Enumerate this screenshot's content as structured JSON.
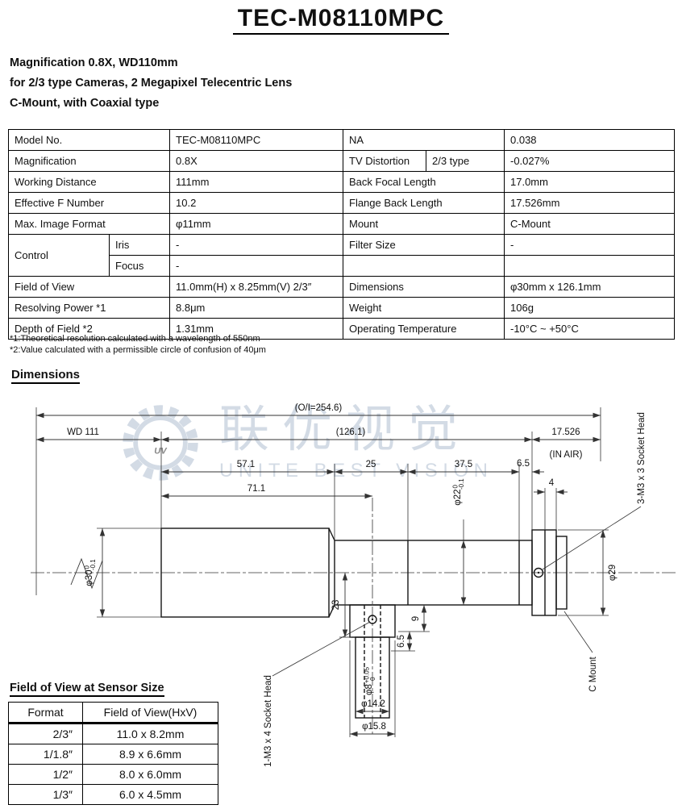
{
  "header": {
    "title": "TEC-M08110MPC",
    "subtitle_lines": [
      "Magnification 0.8X, WD110mm",
      "for 2/3 type Cameras, 2 Megapixel Telecentric Lens",
      "C-Mount, with Coaxial type"
    ]
  },
  "spec_table": {
    "model": {
      "label": "Model No.",
      "value": "TEC-M08110MPC",
      "label2": "NA",
      "value2": "0.038"
    },
    "magnification": {
      "label": "Magnification",
      "value": "0.8X",
      "label2": "TV Distortion",
      "type2": "2/3 type",
      "value2": "-0.027%"
    },
    "working_distance": {
      "label": "Working Distance",
      "value": "111mm",
      "label2": "Back Focal Length",
      "value2": "17.0mm"
    },
    "f_number": {
      "label": "Effective F Number",
      "value": "10.2",
      "label2": "Flange Back Length",
      "value2": "17.526mm"
    },
    "image_format": {
      "label": "Max. Image Format",
      "value": "φ11mm",
      "label2": "Mount",
      "value2": "C-Mount"
    },
    "control": {
      "label": "Control",
      "iris_label": "Iris",
      "iris_value": "-",
      "focus_label": "Focus",
      "focus_value": "-",
      "label2": "Filter Size",
      "value2": "-"
    },
    "field_of_view": {
      "label": "Field of View",
      "value": "11.0mm(H) x 8.25mm(V) 2/3″",
      "label2": "Dimensions",
      "value2": "φ30mm x 126.1mm"
    },
    "resolving_power": {
      "label": "Resolving Power *1",
      "value": "8.8μm",
      "label2": "Weight",
      "value2": "106g"
    },
    "depth_of_field": {
      "label": "Depth of Field *2",
      "value": "1.31mm",
      "label2": "Operating Temperature",
      "value2": "-10°C ~ +50°C"
    }
  },
  "footnotes": [
    "*1:Theoretical resolution calculated with a wavelength of 550nm",
    "*2:Value calculated with a permissible circle of confusion of 40μm"
  ],
  "dimensions": {
    "heading": "Dimensions",
    "overall": "(O/I=254.6)",
    "wd": "WD 111",
    "body_length": "(126.1)",
    "flange_back": "17.526",
    "in_air": "(IN AIR)",
    "front_section": "57.1",
    "mid_section": "25",
    "rear_section": "37.5",
    "rear_gap": "6.5",
    "port_position": "71.1",
    "flange_lip": "4",
    "dia_body": "φ30",
    "dia_body_tol_hi": "0",
    "dia_body_tol_lo": "-0.1",
    "dia_neck": "φ22",
    "dia_neck_tol_hi": "0",
    "dia_neck_tol_lo": "-0.1",
    "dia_flange": "φ29",
    "port_depth": "23",
    "port_offset_a": "9",
    "port_offset_b": "6.5",
    "dia_port_hole": "φ8",
    "dia_port_hole_tol_hi": "+0.05",
    "dia_port_hole_tol_lo": "0",
    "dia_port_mid": "φ14.2",
    "dia_port_outer": "φ15.8",
    "screw_note_flange": "3-M3 x 3 Socket Head",
    "screw_note_port": "1-M3 x 4 Socket Head",
    "cmount_note": "C Mount"
  },
  "watermark": {
    "cn": "联优视觉",
    "en": "UNITE BEST VISION",
    "logo_text": "UV",
    "color": "#a9b9cd"
  },
  "fov_table": {
    "heading": "Field of View at Sensor Size",
    "headers": [
      "Format",
      "Field of View(HxV)"
    ],
    "rows": [
      {
        "format": "2/3″",
        "value": "11.0 x 8.2mm"
      },
      {
        "format": "1/1.8″",
        "value": "8.9 x 6.6mm"
      },
      {
        "format": "1/2″",
        "value": "8.0 x 6.0mm"
      },
      {
        "format": "1/3″",
        "value": "6.0 x 4.5mm"
      }
    ]
  }
}
